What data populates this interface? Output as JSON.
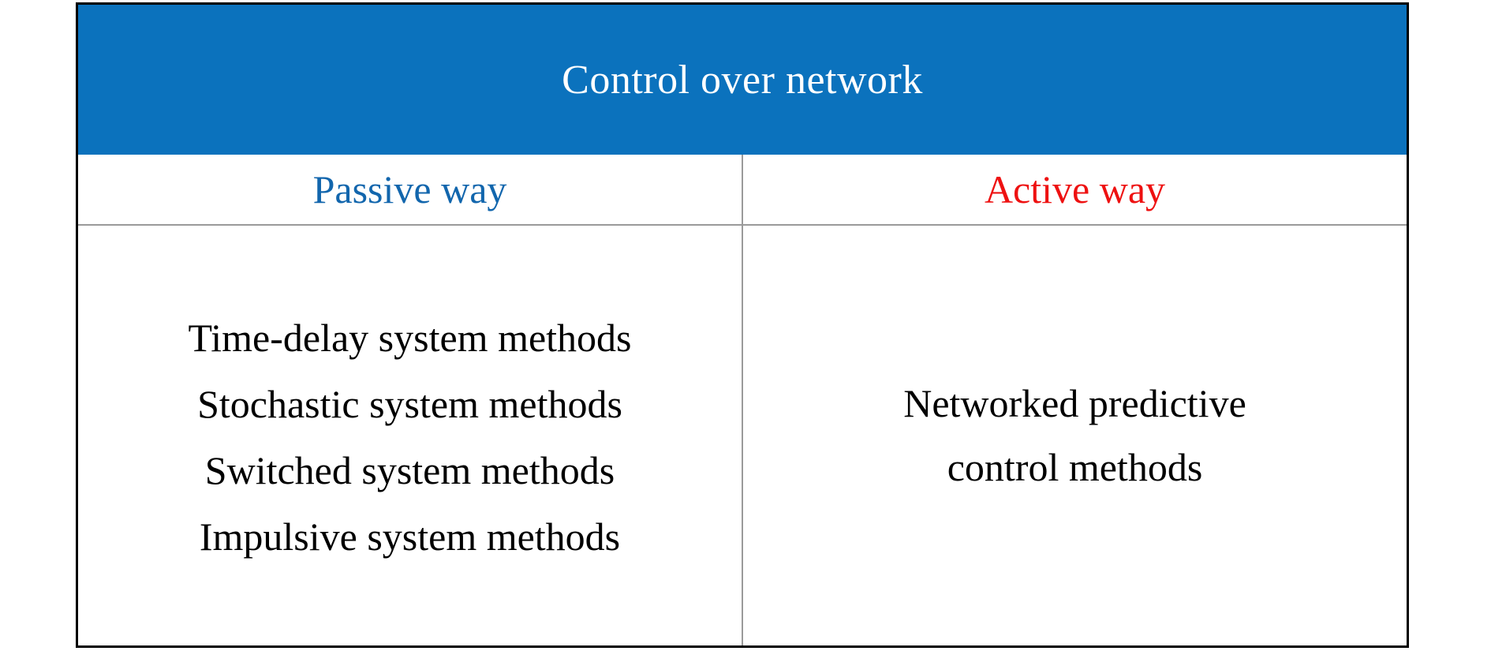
{
  "table": {
    "header": {
      "title": "Control over network",
      "background_color": "#0B72BD",
      "text_color": "#FFFFFF"
    },
    "columns": [
      {
        "key": "passive",
        "heading": "Passive way",
        "heading_color": "#1266AD",
        "items": [
          "Time-delay system methods",
          "Stochastic system methods",
          "Switched system methods",
          "Impulsive system methods"
        ]
      },
      {
        "key": "active",
        "heading": "Active way",
        "heading_color": "#EE1111",
        "items": [
          "Networked predictive",
          "control methods"
        ]
      }
    ],
    "border_color": "#000000",
    "divider_color": "#9A9A9A"
  }
}
